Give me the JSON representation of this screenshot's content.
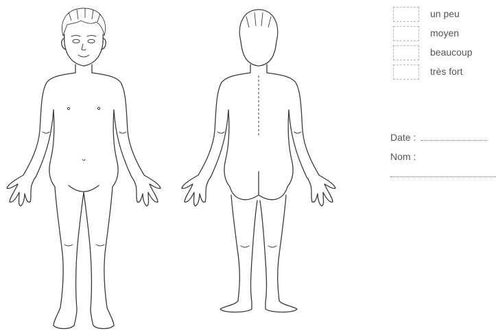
{
  "legend": {
    "items": [
      {
        "label": "un peu"
      },
      {
        "label": "moyen"
      },
      {
        "label": "beaucoup"
      },
      {
        "label": "très fort"
      }
    ]
  },
  "form": {
    "date_label": "Date :",
    "name_label": "Nom :"
  }
}
